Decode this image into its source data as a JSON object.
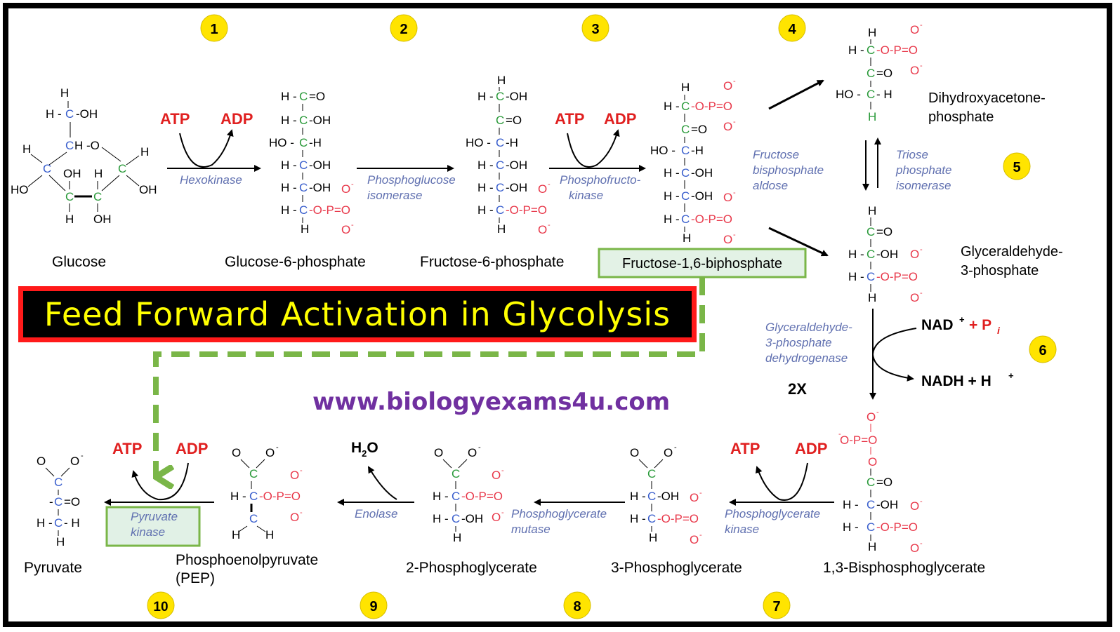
{
  "title": "Feed Forward Activation in Glycolysis",
  "website": "www.biologyexams4u.com",
  "step_numbers": [
    "1",
    "2",
    "3",
    "4",
    "5",
    "6",
    "7",
    "8",
    "9",
    "10"
  ],
  "molecules": {
    "glucose": "Glucose",
    "g6p": "Glucose-6-phosphate",
    "f6p": "Fructose-6-phosphate",
    "f16bp": "Fructose-1,6-biphosphate",
    "dhap_1": "Dihydroxyacetone-",
    "dhap_2": "phosphate",
    "g3p_1": "Glyceraldehyde-",
    "g3p_2": "3-phosphate",
    "bpg13": "1,3-Bisphosphoglycerate",
    "pg3": "3-Phosphoglycerate",
    "pg2": "2-Phosphoglycerate",
    "pep_1": "Phosphoenolpyruvate",
    "pep_2": "(PEP)",
    "pyruvate": "Pyruvate"
  },
  "enzymes": {
    "hexokinase": "Hexokinase",
    "pgi_1": "Phosphoglucose",
    "pgi_2": "isomerase",
    "pfk_1": "Phosphofructo-",
    "pfk_2": "kinase",
    "aldolase_1": "Fructose",
    "aldolase_2": "bisphosphate",
    "aldolase_3": "aldose",
    "tpi_1": "Triose",
    "tpi_2": "phosphate",
    "tpi_3": "isomerase",
    "gapdh_1": "Glyceraldehyde-",
    "gapdh_2": "3-phosphate",
    "gapdh_3": "dehydrogenase",
    "pgk_1": "Phosphoglycerate",
    "pgk_2": "kinase",
    "pgm_1": "Phosphoglycerate",
    "pgm_2": "mutase",
    "enolase": "Enolase",
    "pk_1": "Pyruvate",
    "pk_2": "kinase"
  },
  "cofactors": {
    "atp": "ATP",
    "adp": "ADP",
    "nad": "NAD",
    "nad_sup": "+",
    "pi": "+ P",
    "pi_sub": "i",
    "nadh": "NADH + H",
    "nadh_sup": "+",
    "two_x": "2X",
    "water_h": "H",
    "water_sub": "2",
    "water_o": "O"
  },
  "colors": {
    "carbon": "#3a5fcd",
    "carbonyl_carbon": "#2a9a3a",
    "phosphate": "#e8384a",
    "atp_red": "#e02020",
    "enzyme": "#6070b0",
    "step_badge": "#ffe400",
    "title_text": "#ffff00",
    "title_border": "#ff1a1a",
    "website": "#7030a0",
    "highlight_green": "#7ab648"
  }
}
